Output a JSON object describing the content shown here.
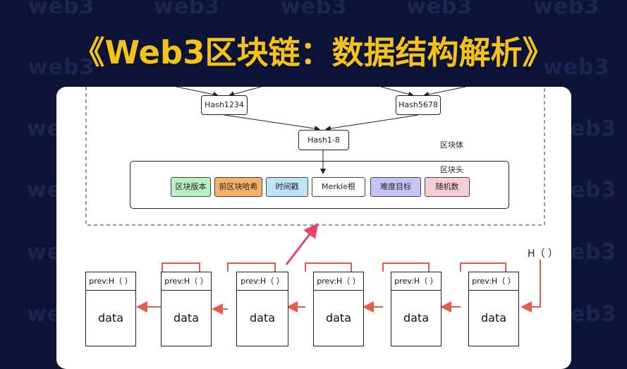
{
  "title": "《Web3区块链：数据结构解析》",
  "watermark": "web3",
  "diagram": {
    "hash_nodes": {
      "h1234": "Hash1234",
      "h5678": "Hash5678",
      "h18": "Hash1-8"
    },
    "block_body_label": "区块体",
    "block_header_label": "区块头",
    "header_fields": [
      {
        "label": "区块版本",
        "color": "#b8f0c2"
      },
      {
        "label": "前区块哈希",
        "color": "#f6b06a"
      },
      {
        "label": "时间戳",
        "color": "#bfe4f7"
      },
      {
        "label": "Merkle根",
        "color": "#ffffff"
      },
      {
        "label": "难度目标",
        "color": "#c6c4f6"
      },
      {
        "label": "随机数",
        "color": "#f9cdd8"
      }
    ],
    "chain_blocks": [
      {
        "prev": "prev:H（ ）",
        "data": "data"
      },
      {
        "prev": "prev:H（ ）",
        "data": "data"
      },
      {
        "prev": "prev:H（ ）",
        "data": "data"
      },
      {
        "prev": "prev:H（ ）",
        "data": "data"
      },
      {
        "prev": "prev:H（ ）",
        "data": "data"
      },
      {
        "prev": "prev:H（ ）",
        "data": "data"
      }
    ],
    "head_pointer_label": "H（ ）",
    "colors": {
      "link_arrow": "#e85a4a",
      "highlight_arrow": "#e8456a"
    }
  }
}
